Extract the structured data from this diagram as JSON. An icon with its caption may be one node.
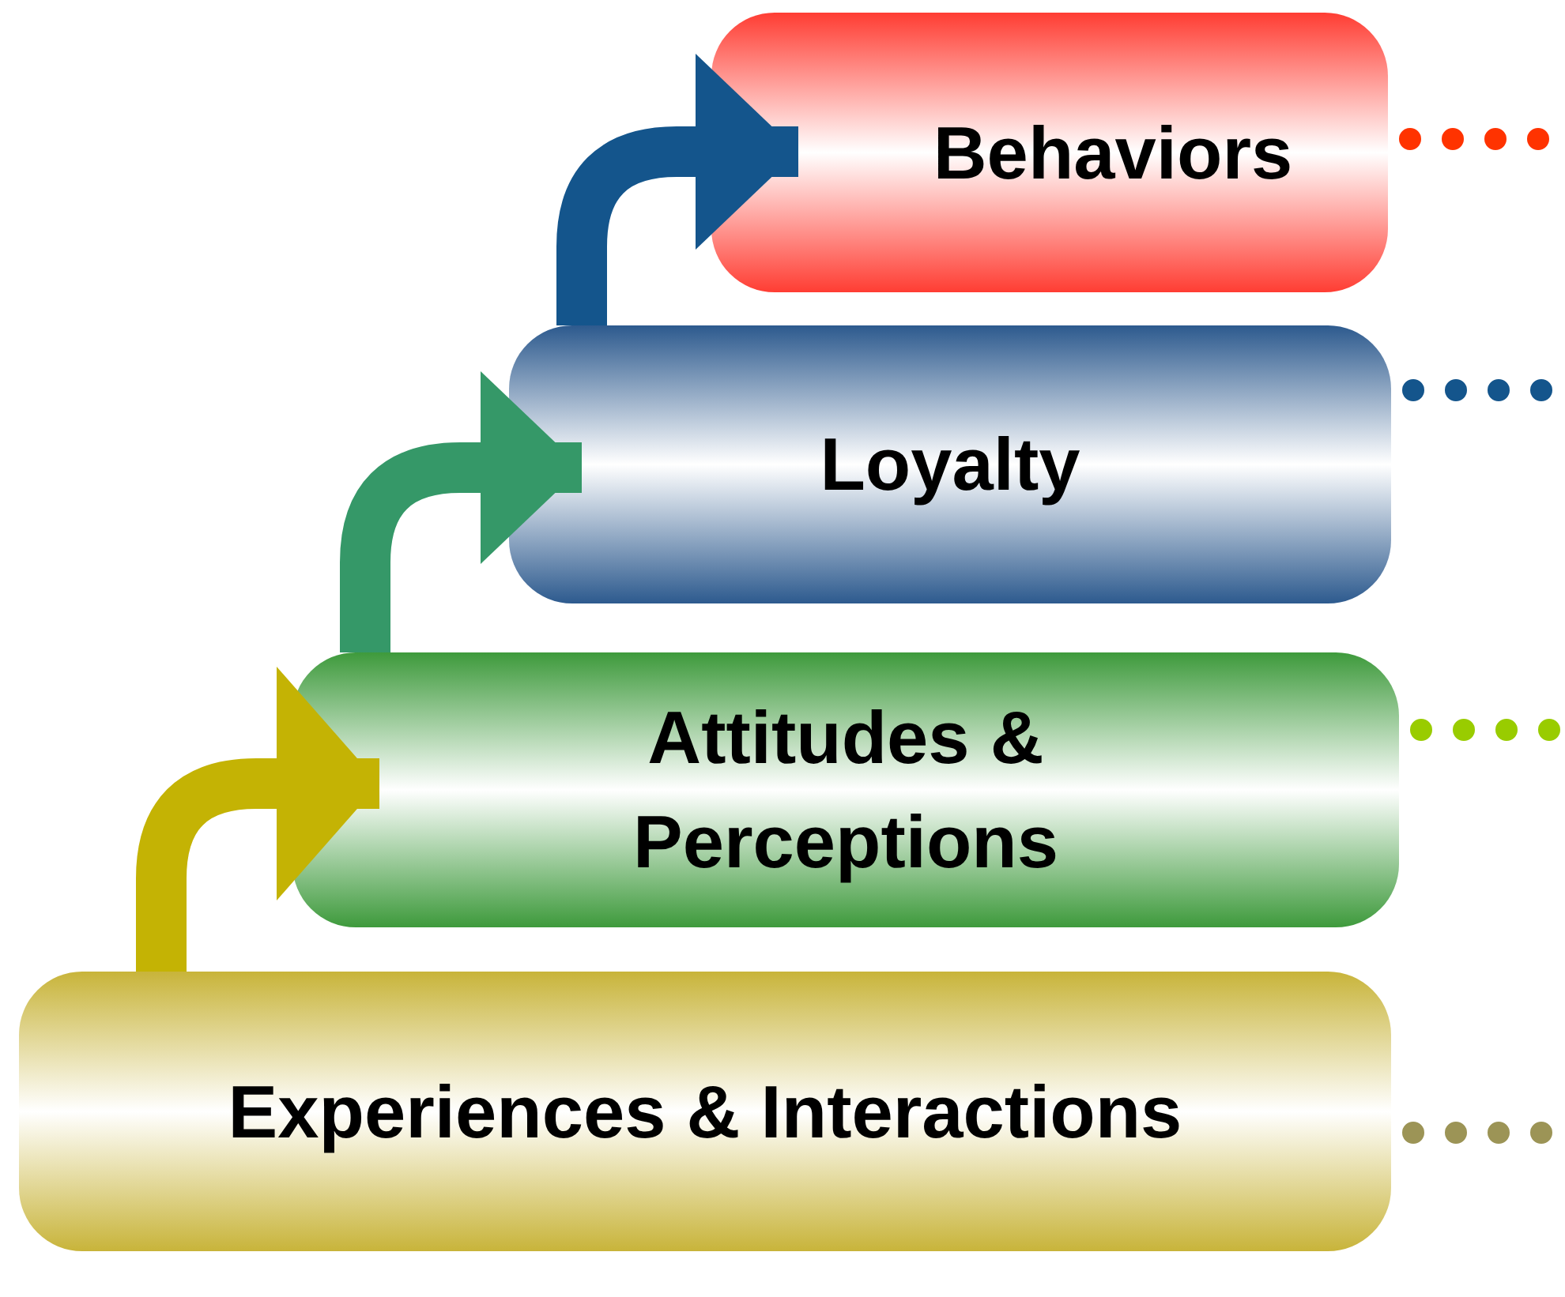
{
  "diagram": {
    "nodes": [
      {
        "text": [
          "Behaviors"
        ]
      },
      {
        "text": [
          "Loyalty"
        ]
      },
      {
        "text": [
          "Attitudes & Perceptions"
        ]
      },
      {
        "text": [
          "Experiences & Interactions"
        ]
      }
    ],
    "edges": [
      {
        "from": 3,
        "to": 2,
        "arrow": "to",
        "style": "thick",
        "color": "#c4b304"
      },
      {
        "from": 2,
        "to": 1,
        "arrow": "to",
        "style": "thick",
        "color": "#359868"
      },
      {
        "from": 1,
        "to": 0,
        "arrow": "to",
        "style": "thick",
        "color": "#14558c"
      },
      {
        "from": 0,
        "to": null,
        "arrow": "none",
        "style": "dashed",
        "color": "#ff3300"
      },
      {
        "from": 1,
        "to": null,
        "arrow": "none",
        "style": "dashed",
        "color": "#14558c"
      },
      {
        "from": 2,
        "to": null,
        "arrow": "none",
        "style": "dashed",
        "color": "#99cc00"
      },
      {
        "from": 3,
        "to": null,
        "arrow": "none",
        "style": "dashed",
        "color": "#9c9456"
      }
    ]
  }
}
